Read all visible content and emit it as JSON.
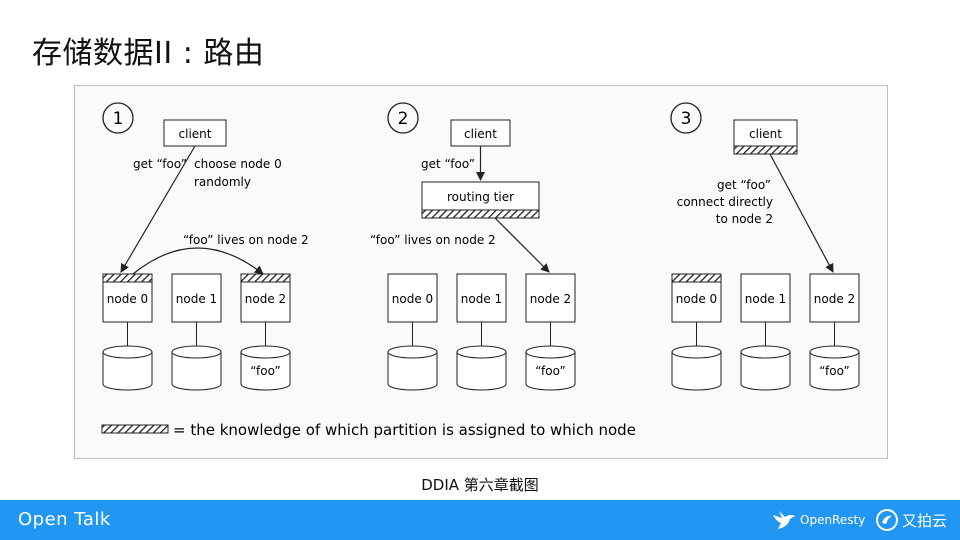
{
  "slide": {
    "title": "存储数据II : 路由",
    "caption": "DDIA 第六章截图"
  },
  "diagram": {
    "panels": [
      {
        "number": "1",
        "client": "client",
        "request_label": "get “foo”",
        "note_line1": "choose node 0",
        "note_line2": "randomly",
        "forward_label": "“foo” lives on node 2",
        "nodes": [
          "node 0",
          "node 1",
          "node 2"
        ],
        "data": "“foo”"
      },
      {
        "number": "2",
        "client": "client",
        "request_label": "get “foo”",
        "routing_tier": "routing tier",
        "route_label": "“foo” lives on node 2",
        "nodes": [
          "node 0",
          "node 1",
          "node 2"
        ],
        "data": "“foo”"
      },
      {
        "number": "3",
        "client": "client",
        "request_line1": "get “foo”",
        "request_line2": "connect directly",
        "request_line3": "to node 2",
        "nodes": [
          "node 0",
          "node 1",
          "node 2"
        ],
        "data": "“foo”"
      }
    ],
    "legend": "= the knowledge of which partition is assigned to which node"
  },
  "footer": {
    "brand": "Open Talk",
    "logo1": "OpenResty",
    "logo2": "又拍云",
    "color": "#2196f3"
  }
}
